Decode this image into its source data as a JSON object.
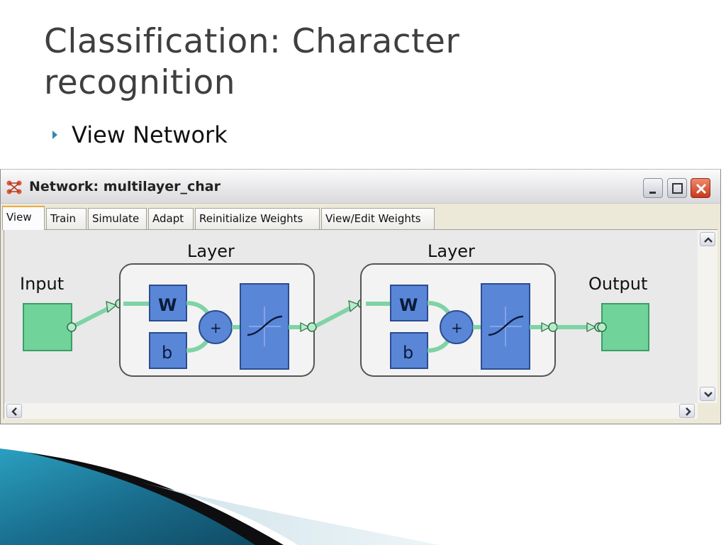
{
  "slide": {
    "title_line1": "Classification: Character",
    "title_line2": "recognition",
    "bullet": "View Network"
  },
  "window": {
    "title": "Network: multilayer_char",
    "controls": [
      "minimize-icon",
      "maximize-icon",
      "close-icon"
    ],
    "tabs": [
      {
        "label": "View",
        "active": true
      },
      {
        "label": "Train"
      },
      {
        "label": "Simulate"
      },
      {
        "label": "Adapt"
      },
      {
        "label": "Reinitialize Weights"
      },
      {
        "label": "View/Edit Weights"
      }
    ]
  },
  "diagram": {
    "input_label": "Input",
    "output_label": "Output",
    "layers": [
      {
        "label": "Layer",
        "weight": "W",
        "bias": "b",
        "sum": "+"
      },
      {
        "label": "Layer",
        "weight": "W",
        "bias": "b",
        "sum": "+"
      }
    ]
  },
  "colors": {
    "io_block": "#6fd39a",
    "weight_block": "#5a86d8",
    "link": "#7fd3a6",
    "close_button": "#d9441f",
    "active_tab_accent": "#f1a93c",
    "bullet": "#2e8bb3"
  }
}
